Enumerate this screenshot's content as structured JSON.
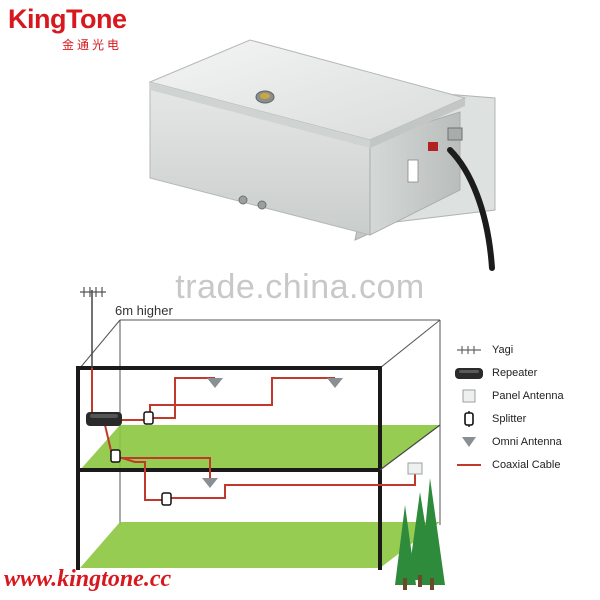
{
  "brand": {
    "name": "KingTone",
    "name_cn": "金通光电",
    "url": "www.kingtone.cc",
    "color": "#d7191f"
  },
  "watermark": "trade.china.com",
  "diagram": {
    "height_note": "6m higher",
    "legend": [
      {
        "icon": "yagi-icon",
        "label": "Yagi"
      },
      {
        "icon": "repeater-icon",
        "label": "Repeater"
      },
      {
        "icon": "panel-antenna-icon",
        "label": "Panel Antenna"
      },
      {
        "icon": "splitter-icon",
        "label": "Splitter"
      },
      {
        "icon": "omni-antenna-icon",
        "label": "Omni Antenna"
      },
      {
        "icon": "coaxial-cable-icon",
        "label": "Coaxial Cable"
      }
    ],
    "colors": {
      "floor": "#8cc63f",
      "cable": "#c0392b",
      "tree": "#2e8b3c"
    }
  }
}
